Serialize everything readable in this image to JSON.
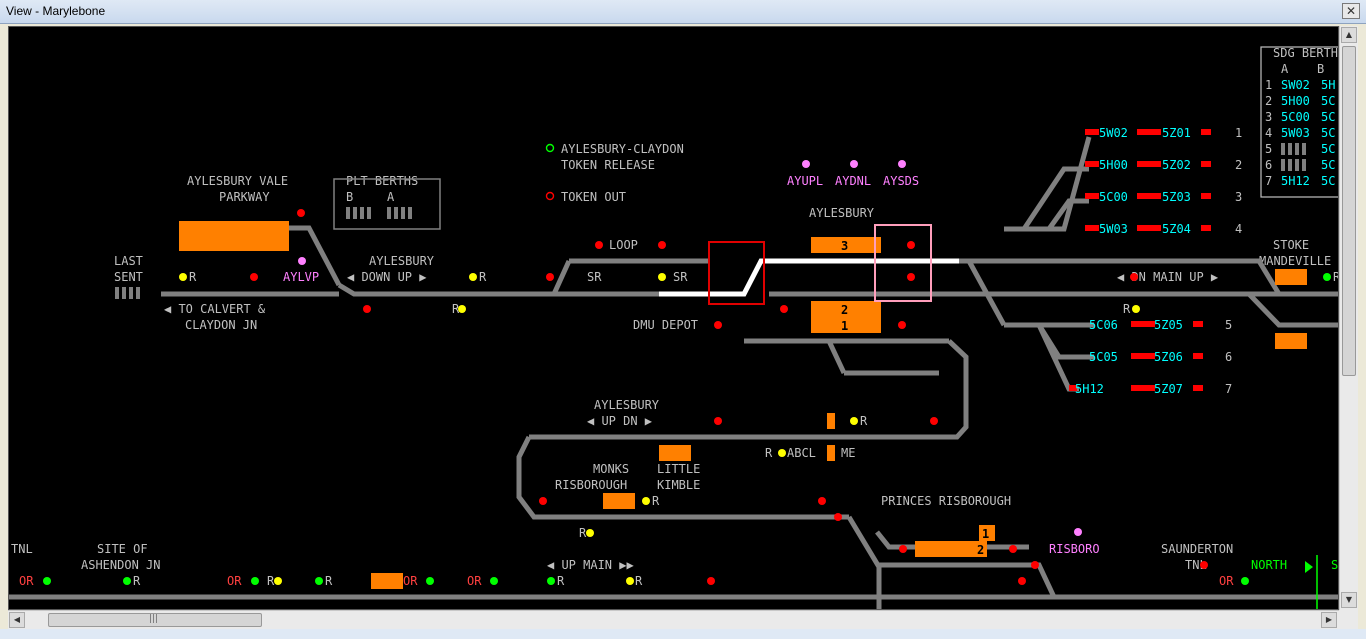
{
  "window": {
    "title": "View - Marylebone",
    "close_glyph": "✕"
  },
  "colors": {
    "background": "#000000",
    "track": "#808080",
    "route": "#ffffff",
    "text": "#c0c0c0",
    "berth": "#ff8000",
    "signal_red": "#ff0000",
    "signal_yellow": "#ffff00",
    "signal_green": "#00ff00",
    "berth_id": "#00ffff",
    "pink": "#ff80ff",
    "selection_red": "#e00000",
    "selection_pink": "#ff9ebb"
  },
  "labels": {
    "aylesbury_vale": "AYLESBURY VALE",
    "parkway": "PARKWAY",
    "plt_berths": "PLT BERTHS",
    "col_b": "B",
    "col_a": "A",
    "last": "LAST",
    "sent": "SENT",
    "aylvp": "AYLVP",
    "to_calvert": "◀ TO CALVERT &",
    "claydon_jn": "CLAYDON JN",
    "aylesbury_top": "AYLESBURY",
    "down_up": "◀ DOWN  UP ▶",
    "token_release_1": "AYLESBURY-CLAYDON",
    "token_release_2": "TOKEN RELEASE",
    "token_out": "TOKEN OUT",
    "loop": "LOOP",
    "sr1": "SR",
    "sr2": "SR",
    "dmu_depot": "DMU DEPOT",
    "aylesbury": "AYLESBURY",
    "ayupl": "AYUPL",
    "aydnl": "AYDNL",
    "aysds": "AYSDS",
    "plat_3": "3",
    "plat_2": "2",
    "plat_1": "1",
    "aylesbury_up_dn": "AYLESBURY",
    "up_dn": "◀ UP DN ▶",
    "abcl": "ABCL",
    "me": "ME",
    "monks": "MONKS",
    "risborough": "RISBOROUGH",
    "little": "LITTLE",
    "kimble": "KIMBLE",
    "princes_risborough": "PRINCES RISBOROUGH",
    "pr_1": "1",
    "pr_2": "2",
    "risboro": "RISBORO",
    "saunderton": "SAUNDERTON",
    "tnl_right": "TNL",
    "tnl_left": "TNL",
    "site_of": "SITE OF",
    "ashendon_jn": "ASHENDON JN",
    "up_main": "◀ UP MAIN ▶▶",
    "north": "NORTH",
    "s_cut": "S",
    "stoke": "STOKE",
    "mandeville": "MANDEVILLE",
    "dn_main_up": "◀ DN MAIN UP ▶",
    "sdg_berths": "SDG BERTH",
    "r": "R",
    "or": "OR"
  },
  "sdg_table": {
    "headers": [
      "A",
      "B"
    ],
    "rows": [
      {
        "n": "1",
        "a": "SW02",
        "b": "5H"
      },
      {
        "n": "2",
        "a": "5H00",
        "b": "5C"
      },
      {
        "n": "3",
        "a": "5C00",
        "b": "5C"
      },
      {
        "n": "4",
        "a": "5W03",
        "b": "5C"
      },
      {
        "n": "5",
        "a": "",
        "b": "5C"
      },
      {
        "n": "6",
        "a": "",
        "b": "5C"
      },
      {
        "n": "7",
        "a": "5H12",
        "b": "5C"
      }
    ]
  },
  "sidings": [
    {
      "a": "5W02",
      "b": "5Z01",
      "n": "1"
    },
    {
      "a": "5H00",
      "b": "5Z02",
      "n": "2"
    },
    {
      "a": "5C00",
      "b": "5Z03",
      "n": "3"
    },
    {
      "a": "5W03",
      "b": "5Z04",
      "n": "4"
    },
    {
      "a": "5C06",
      "b": "5Z05",
      "n": "5"
    },
    {
      "a": "5C05",
      "b": "5Z06",
      "n": "6"
    },
    {
      "a": "5H12",
      "b": "5Z07",
      "n": "7"
    }
  ],
  "scrollbars": {
    "up": "▲",
    "down": "▼",
    "left": "◀",
    "right": "▶",
    "thumb_grip": "|||"
  }
}
